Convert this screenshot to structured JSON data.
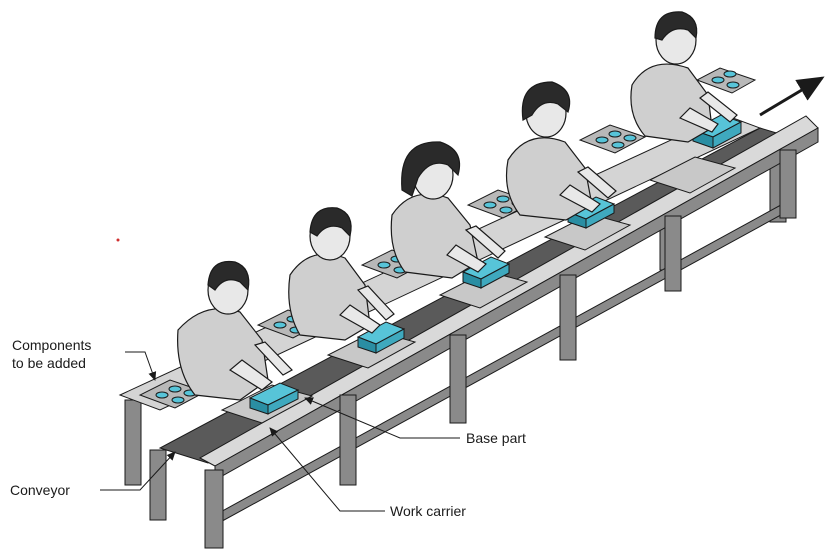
{
  "labels": {
    "components_line1": "Components",
    "components_line2": "to be added",
    "conveyor": "Conveyor",
    "base_part": "Base part",
    "work_carrier": "Work carrier"
  },
  "colors": {
    "skin": "#e8e8e8",
    "shirt": "#cfcfcf",
    "hair": "#2a2a2a",
    "frame": "#8a8a8a",
    "frame_light": "#d4d4d4",
    "belt": "#5a5a5a",
    "part": "#57c4d8",
    "part_dark": "#2a8ea3",
    "outline": "#1a1a1a"
  },
  "icons": {
    "direction": "arrow-icon",
    "worker": "worker-icon",
    "tray": "component-tray-icon"
  }
}
